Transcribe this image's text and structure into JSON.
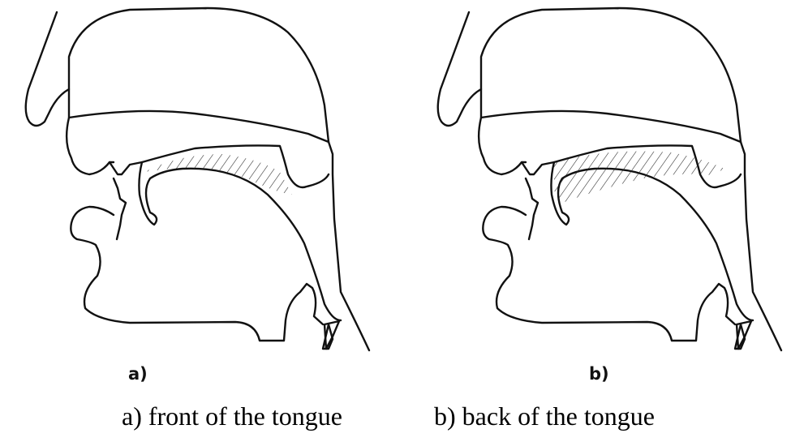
{
  "panels": [
    {
      "label": "a)",
      "caption": "a) front of the tongue"
    },
    {
      "label": "b)",
      "caption": "b) back of the tongue"
    }
  ]
}
